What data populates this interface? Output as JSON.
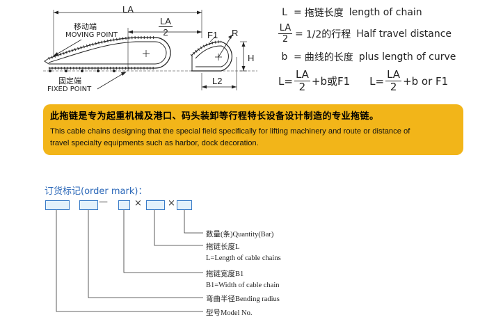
{
  "diagram": {
    "la_label": "LA",
    "la_half_num": "LA",
    "la_half_den": "2",
    "moving_cn": "移动端",
    "moving_en": "MOVING POINT",
    "fixed_cn": "固定端",
    "fixed_en": "FIXED POINT",
    "f1_label": "F1",
    "r_label": "R",
    "h_label": "H",
    "l2_label": "L2"
  },
  "definitions": {
    "l": {
      "symbol": "L",
      "eq": "=",
      "cn": "拖链长度",
      "en": "length of chain"
    },
    "half": {
      "num": "LA",
      "den": "2",
      "eq": "=",
      "cn": "1/2的行程",
      "en": "Half travel distance"
    },
    "b": {
      "symbol": "b",
      "eq": "=",
      "cn": "曲线的长度",
      "en": "plus length of curve"
    }
  },
  "formula": {
    "part1_prefix": "L=",
    "part1_num": "LA",
    "part1_den": "2",
    "part1_suffix": "+b或F1",
    "part2_prefix": "L=",
    "part2_num": "LA",
    "part2_den": "2",
    "part2_suffix": "+b or F1"
  },
  "banner": {
    "cn": "此拖链是专为起重机械及港口、码头装卸等行程特长设备设计制造的专业拖链。",
    "en_line1": "This cable chains designing that the special field specifically for lifting machinery and route or distance of",
    "en_line2": "travel specialty equipments such as harbor, dock decoration."
  },
  "order": {
    "title": "订货标记(order mark)：",
    "dash": "—",
    "times1": "×",
    "times2": "×",
    "legend": {
      "quantity": "数量(条)Quantity(Bar)",
      "length_cn": "拖链长度L",
      "length_en": "L=Length of cable chains",
      "width_cn": "拖链宽度B1",
      "width_en": "B1=Width of cable chain",
      "bending": "弯曲半径Bending radius",
      "model": "型号Model No."
    }
  },
  "colors": {
    "banner_bg": "#f2b519",
    "box_border": "#3a7cc8",
    "box_fill": "#e3f1fb",
    "title_blue": "#2a67b8"
  }
}
